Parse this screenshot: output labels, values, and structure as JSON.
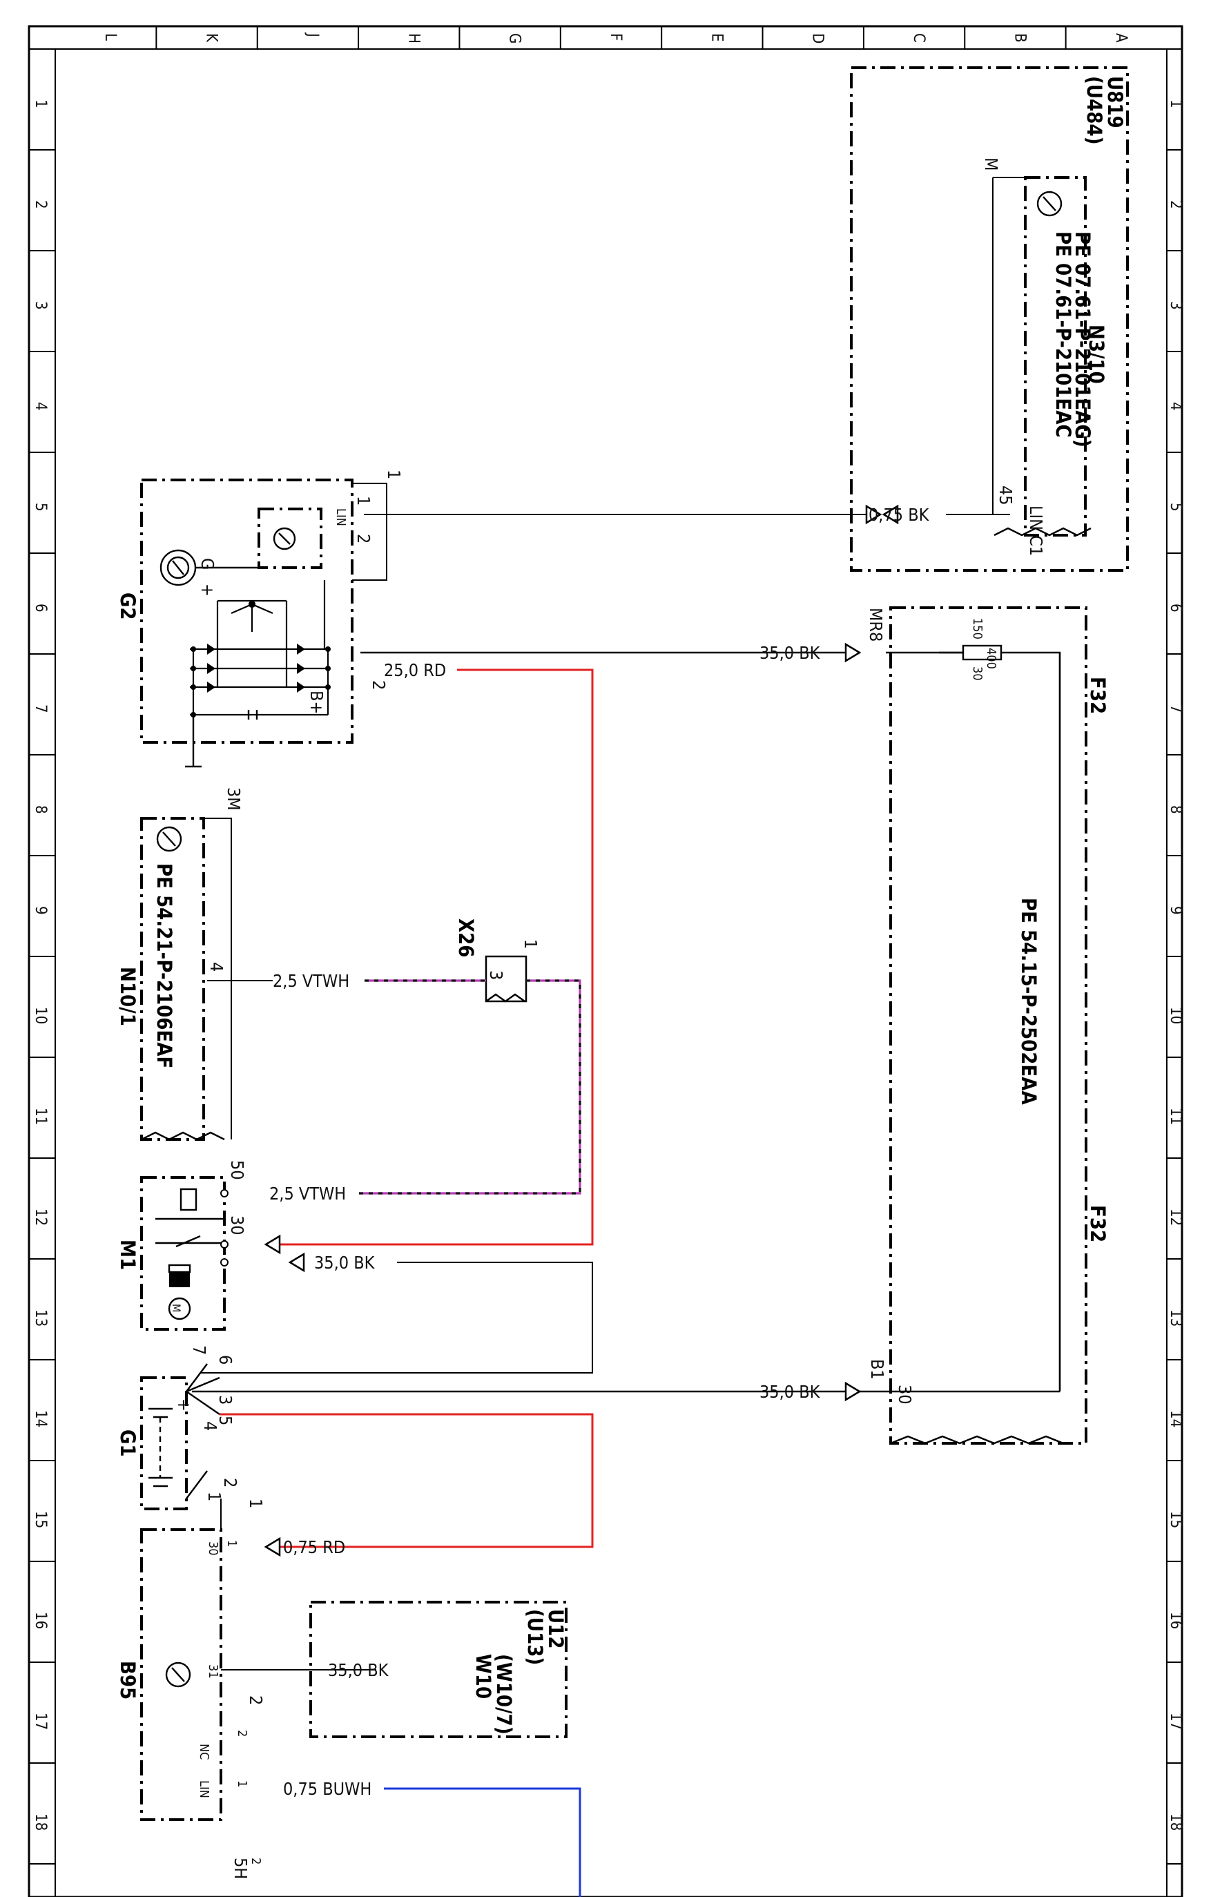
{
  "colors": {
    "wire_black": "#111111",
    "wire_red": "#e32222",
    "wire_violet_white": "#b43cb4",
    "wire_blue_white": "#1a3ad8",
    "frame": "#000000"
  },
  "grid": {
    "columns": [
      "L",
      "K",
      "J",
      "H",
      "G",
      "F",
      "E",
      "D",
      "C",
      "B",
      "A"
    ],
    "rows": [
      "1",
      "2",
      "3",
      "4",
      "5",
      "6",
      "7",
      "8",
      "9",
      "10",
      "11",
      "12",
      "13",
      "14",
      "15",
      "16",
      "17",
      "18"
    ]
  },
  "components": {
    "u819": {
      "name": "U819",
      "alt": "(U484)"
    },
    "n3_10": {
      "name": "N3/10",
      "ref1": "PE 07.61-P-2101EAC",
      "ref2": "PE 07.61-P-2101EAG)",
      "pin_label": "LIN C1",
      "pin": "45",
      "ground": "M"
    },
    "g2": {
      "name": "G2",
      "pin1": "1",
      "pin2": "2",
      "lin": "LIN",
      "g": "G",
      "plus": "+",
      "bplus": "B+",
      "ext1": "1",
      "ext2": "2"
    },
    "f32": {
      "name": "F32",
      "name2": "F32",
      "ref": "PE 54.15-P-2502EAA",
      "mr8": "MR8",
      "fuse": "400",
      "f150": "150",
      "f30": "30",
      "b1": "B1",
      "b30": "30"
    },
    "n10_1": {
      "name": "N10/1",
      "ref": "PE 54.21-P-2106EAF",
      "pin": "4",
      "ground": "3M"
    },
    "x26": {
      "name": "X26",
      "p1": "1",
      "p3": "3"
    },
    "m1": {
      "name": "M1",
      "p50": "50",
      "p30": "30",
      "motor": "M"
    },
    "g1": {
      "name": "G1",
      "p1": "1",
      "p2": "2",
      "p3": "3",
      "p4": "4",
      "p5": "5",
      "p6": "6",
      "p7": "7",
      "plus": "+"
    },
    "b95": {
      "name": "B95",
      "p1": "1",
      "p30": "30",
      "p31": "31",
      "p2": "2",
      "nc": "NC",
      "lin": "LIN",
      "pa": "1",
      "pb": "2",
      "pc": "1",
      "pd": "2"
    },
    "u12": {
      "name": "U12",
      "alt": "(U13)",
      "w": "W10",
      "walt": "(W10/7)"
    },
    "bottom": {
      "ground": "5H"
    }
  },
  "wires": {
    "lin_n3": "0,75 BK",
    "g2_b": "25,0 RD",
    "mr8": "35,0 BK",
    "n10_4": "2,5 VTWH",
    "m1_50": "2,5 VTWH",
    "m1_bk": "35,0 BK",
    "b1": "35,0 BK",
    "b95_30": "0,75 RD",
    "w10": "35,0 BK",
    "b95_lin": "0,75 BUWH"
  }
}
